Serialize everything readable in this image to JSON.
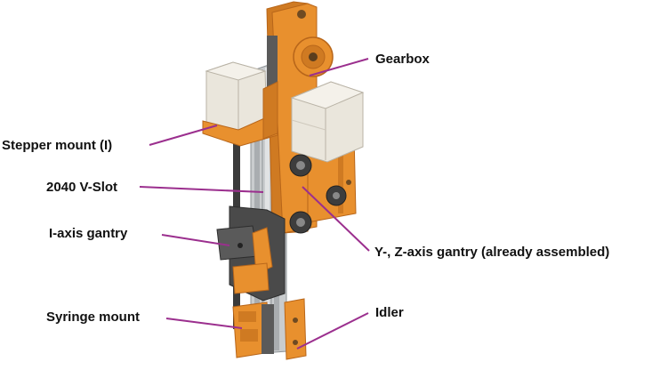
{
  "colors": {
    "orange": "#e8902e",
    "orange_dark": "#b8661a",
    "aluminum": "#c9ccce",
    "aluminum_dark": "#8e9397",
    "motor": "#eae6dc",
    "motor_dark": "#b9b3a6",
    "rod": "#3b3b3b",
    "plate": "#4a4a4a",
    "leader": "#9b2f8e"
  },
  "icons": [
    "stepper-motor-icon",
    "wheel-icon"
  ],
  "labels": {
    "gearbox": "Gearbox",
    "stepper_mount": "Stepper mount (I)",
    "vslot": "2040 V-Slot",
    "i_gantry": "I-axis gantry",
    "yz_gantry": "Y-, Z-axis gantry (already assembled)",
    "syringe_mount": "Syringe mount",
    "idler": "Idler"
  }
}
